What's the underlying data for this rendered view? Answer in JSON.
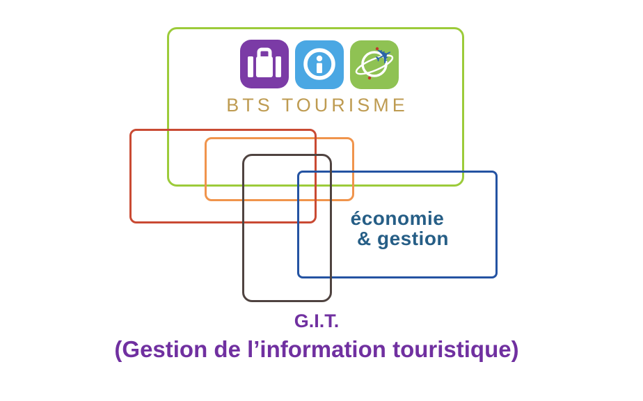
{
  "canvas": {
    "background": "#ffffff"
  },
  "bts_logo": {
    "title": "BTS TOURISME",
    "title_color": "#be9b51",
    "icons": [
      {
        "name": "suitcase-icon",
        "tile_color": "#7b3ba6"
      },
      {
        "name": "info-icon",
        "tile_color": "#4aa7e3"
      },
      {
        "name": "globe-plane-icon",
        "tile_color": "#8fc253",
        "plane_glyph": "✈",
        "plane_color": "#2a64a8",
        "marker_color": "#c0392b"
      }
    ]
  },
  "frames": [
    {
      "name": "green-frame",
      "color": "#9ccb3a"
    },
    {
      "name": "orange-frame",
      "color": "#f0944c"
    },
    {
      "name": "red-frame",
      "color": "#c94a33"
    },
    {
      "name": "blue-frame",
      "color": "#2453a2"
    },
    {
      "name": "dark-frame",
      "color": "#4f4340"
    }
  ],
  "economie_gestion": {
    "line1": "économie",
    "line2": "& gestion",
    "color": "#265e86"
  },
  "caption": {
    "line1": "G.I.T.",
    "line2": "(Gestion de l’information touristique)",
    "color": "#7030a0"
  }
}
